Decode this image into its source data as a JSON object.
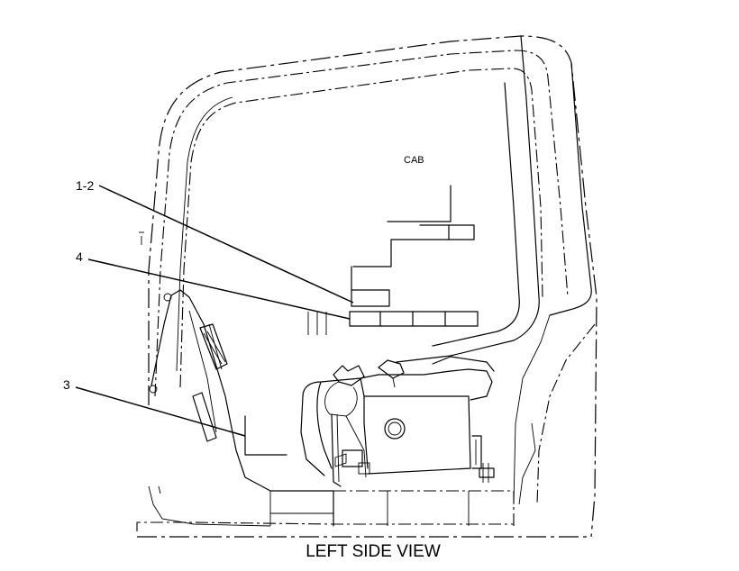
{
  "diagram": {
    "view_title": "LEFT SIDE VIEW",
    "region_label": "CAB",
    "callouts": [
      {
        "id": "callout-1-2",
        "text": "1-2"
      },
      {
        "id": "callout-4",
        "text": "4"
      },
      {
        "id": "callout-3",
        "text": "3"
      }
    ]
  }
}
